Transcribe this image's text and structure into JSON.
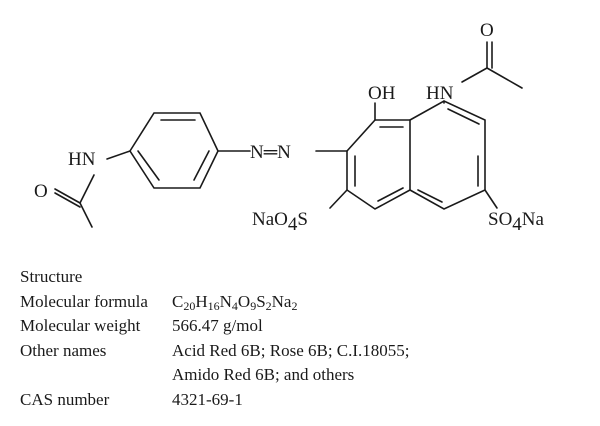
{
  "structure_labels": {
    "amide_left_nh": "HN",
    "amide_left_o": "O",
    "azo": "N═N",
    "hydroxyl": "OH",
    "amide_right_nh": "HN",
    "amide_right_o": "O",
    "sulfonate_left": "NaO",
    "sulfonate_left_sub": "4",
    "sulfonate_left_s": "S",
    "sulfonate_right": "SO",
    "sulfonate_right_sub": "4",
    "sulfonate_right_na": "Na"
  },
  "table": {
    "heading": "Structure",
    "rows": [
      {
        "label": "Molecular formula",
        "formula": [
          {
            "t": "C"
          },
          {
            "s": "20"
          },
          {
            "t": "H"
          },
          {
            "s": "16"
          },
          {
            "t": "N"
          },
          {
            "s": "4"
          },
          {
            "t": "O"
          },
          {
            "s": "9"
          },
          {
            "t": "S"
          },
          {
            "s": "2"
          },
          {
            "t": "Na"
          },
          {
            "s": "2"
          }
        ]
      },
      {
        "label": "Molecular weight",
        "value": "566.47 g/mol"
      },
      {
        "label": "Other names",
        "value": "Acid Red 6B; Rose 6B; C.I.18055;",
        "value2": "Amido Red 6B; and others"
      },
      {
        "label": "CAS number",
        "value": "4321-69-1"
      }
    ]
  }
}
